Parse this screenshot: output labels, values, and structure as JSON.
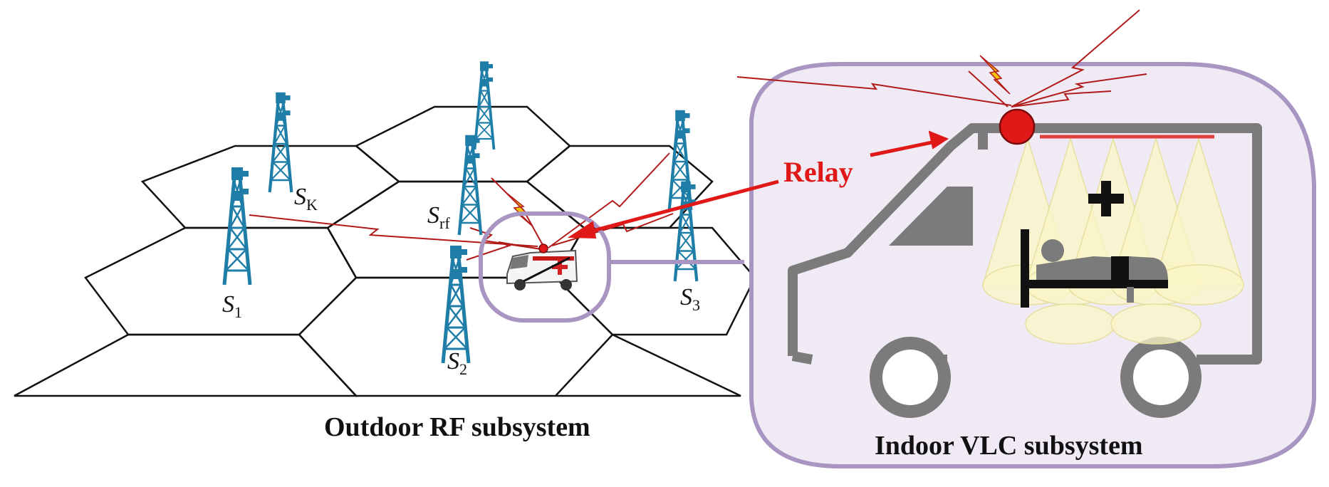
{
  "labels": {
    "outdoor": "Outdoor RF subsystem",
    "indoor": "Indoor VLC subsystem",
    "relay": "Relay"
  },
  "base_stations": [
    {
      "id": "S1",
      "main": "S",
      "sub": "1"
    },
    {
      "id": "S2",
      "main": "S",
      "sub": "2"
    },
    {
      "id": "S3",
      "main": "S",
      "sub": "3"
    },
    {
      "id": "SK",
      "main": "S",
      "sub": "K"
    },
    {
      "id": "Srf",
      "main": "S",
      "sub": "rf"
    }
  ],
  "colors": {
    "tower": "#1f7ea8",
    "rf_link": "#b21a1a",
    "relay_arrow": "#e01818",
    "bubble_stroke": "#a995c2",
    "bubble_fill": "#efeaf4",
    "ambulance_body": "#7b7b7b",
    "light_cone": "#fbf6c5",
    "lightning": "#f4c20d"
  }
}
